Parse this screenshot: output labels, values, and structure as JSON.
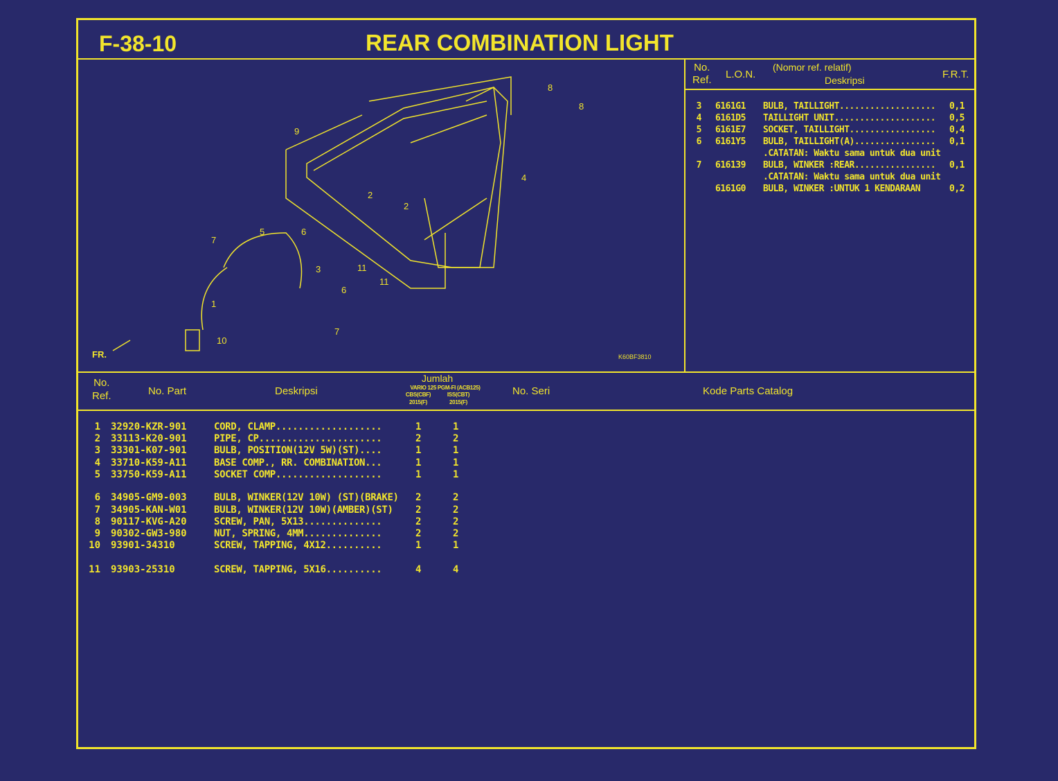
{
  "header": {
    "code": "F-38-10",
    "title": "REAR COMBINATION LIGHT"
  },
  "diagram": {
    "drawing_code": "K60BF3810",
    "front_label": "FR.",
    "callouts": [
      "1",
      "2",
      "2",
      "3",
      "4",
      "5",
      "6",
      "6",
      "7",
      "7",
      "8",
      "8",
      "9",
      "10",
      "11",
      "11"
    ]
  },
  "frt_table": {
    "headers": {
      "ref_line1": "No.",
      "ref_line2": "Ref.",
      "lon": "L.O.N.",
      "desc_line1": "(Nomor ref. relatif)",
      "desc_line2": "Deskripsi",
      "frt": "F.R.T."
    },
    "rows": [
      {
        "ref": "3",
        "lon": "6161G1",
        "desc": "BULB, TAILLIGHT...................",
        "frt": "0,1"
      },
      {
        "ref": "4",
        "lon": "6161D5",
        "desc": "TAILLIGHT UNIT....................",
        "frt": "0,5"
      },
      {
        "ref": "5",
        "lon": "6161E7",
        "desc": "SOCKET, TAILLIGHT.................",
        "frt": "0,4"
      },
      {
        "ref": "6",
        "lon": "6161Y5",
        "desc": "BULB, TAILLIGHT(A)................",
        "frt": "0,1"
      },
      {
        "ref": "",
        "lon": "",
        "desc": ".CATATAN: Waktu sama untuk dua unit",
        "frt": ""
      },
      {
        "ref": "7",
        "lon": "616139",
        "desc": "BULB, WINKER :REAR................",
        "frt": "0,1"
      },
      {
        "ref": "",
        "lon": "",
        "desc": ".CATATAN: Waktu sama untuk dua unit",
        "frt": ""
      },
      {
        "ref": "",
        "lon": "6161G0",
        "desc": "BULB, WINKER :UNTUK 1 KENDARAAN",
        "frt": "0,2"
      }
    ]
  },
  "parts_table": {
    "headers": {
      "ref_line1": "No.",
      "ref_line2": "Ref.",
      "part": "No. Part",
      "desc": "Deskripsi",
      "qty": "Jumlah",
      "model1_line1": "VARIO 125 PGM-FI (ACB125)",
      "model1_line2": "CBS(CBF)",
      "model2_line2": "ISS(CBT)",
      "model1_line3": "2015(F)",
      "model2_line3": "2015(F)",
      "serial": "No. Seri",
      "catalog": "Kode Parts Catalog"
    },
    "rows": [
      {
        "ref": "1",
        "part": "32920-KZR-901",
        "desc": "CORD, CLAMP...................",
        "q1": "1",
        "q2": "1"
      },
      {
        "ref": "2",
        "part": "33113-K20-901",
        "desc": "PIPE, CP......................",
        "q1": "2",
        "q2": "2"
      },
      {
        "ref": "3",
        "part": "33301-K07-901",
        "desc": "BULB, POSITION(12V 5W)(ST)....",
        "q1": "1",
        "q2": "1"
      },
      {
        "ref": "4",
        "part": "33710-K59-A11",
        "desc": "BASE COMP., RR. COMBINATION...",
        "q1": "1",
        "q2": "1"
      },
      {
        "ref": "5",
        "part": "33750-K59-A11",
        "desc": "SOCKET COMP...................",
        "q1": "1",
        "q2": "1"
      },
      {
        "ref": "6",
        "part": "34905-GM9-003",
        "desc": "BULB, WINKER(12V 10W) (ST)(BRAKE)",
        "q1": "2",
        "q2": "2"
      },
      {
        "ref": "7",
        "part": "34905-KAN-W01",
        "desc": "BULB, WINKER(12V 10W)(AMBER)(ST)",
        "q1": "2",
        "q2": "2"
      },
      {
        "ref": "8",
        "part": "90117-KVG-A20",
        "desc": "SCREW, PAN, 5X13..............",
        "q1": "2",
        "q2": "2"
      },
      {
        "ref": "9",
        "part": "90302-GW3-980",
        "desc": "NUT, SPRING, 4MM..............",
        "q1": "2",
        "q2": "2"
      },
      {
        "ref": "10",
        "part": "93901-34310",
        "desc": "SCREW, TAPPING, 4X12..........",
        "q1": "1",
        "q2": "1"
      },
      {
        "ref": "11",
        "part": "93903-25310",
        "desc": "SCREW, TAPPING, 5X16..........",
        "q1": "4",
        "q2": "4"
      }
    ]
  },
  "colors": {
    "background": "#28296a",
    "line": "#f2e52c"
  }
}
